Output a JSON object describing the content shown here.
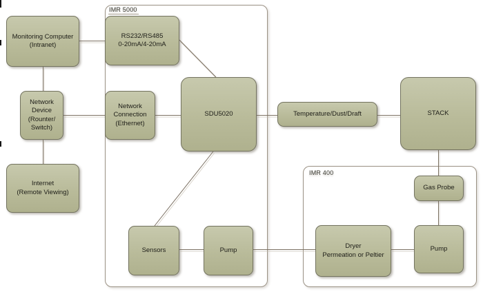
{
  "diagram": {
    "colors": {
      "background": "#ffffff",
      "box_fill_top": "#c7c9ad",
      "box_fill_bottom": "#afb18e",
      "box_border": "#73735f",
      "connector": "#7b7062",
      "container_border": "#9a9184",
      "text": "#20201a"
    },
    "containers": {
      "imr5000": {
        "label": "IMR 5000"
      },
      "imr400": {
        "label": "IMR 400"
      }
    },
    "nodes": {
      "monitoring_computer": {
        "label": "Monitoring Computer\n(Intranet)"
      },
      "network_device": {
        "label": "Network\nDevice\n(Rounter/\nSwitch)"
      },
      "internet": {
        "label": "Internet\n(Remote Viewing)"
      },
      "rs232": {
        "label": "RS232/RS485\n0-20mA/4-20mA"
      },
      "network_connection": {
        "label": "Network\nConnection\n(Ethernet)"
      },
      "sdu5020": {
        "label": "SDU5020"
      },
      "sensors": {
        "label": "Sensors"
      },
      "pump_imr5000": {
        "label": "Pump"
      },
      "temperature": {
        "label": "Temperature/Dust/Draft"
      },
      "stack": {
        "label": "STACK"
      },
      "gas_probe": {
        "label": "Gas Probe"
      },
      "dryer": {
        "label": "Dryer\nPermeation or Peltier"
      },
      "pump_imr400": {
        "label": "Pump"
      }
    },
    "edges": [
      {
        "from": "monitoring_computer",
        "to": "rs232"
      },
      {
        "from": "monitoring_computer",
        "to": "network_device"
      },
      {
        "from": "network_device",
        "to": "network_connection"
      },
      {
        "from": "network_device",
        "to": "internet"
      },
      {
        "from": "network_connection",
        "to": "sdu5020"
      },
      {
        "from": "rs232",
        "to": "sdu5020"
      },
      {
        "from": "sdu5020",
        "to": "temperature"
      },
      {
        "from": "temperature",
        "to": "stack"
      },
      {
        "from": "sdu5020",
        "to": "sensors"
      },
      {
        "from": "sensors",
        "to": "pump_imr5000"
      },
      {
        "from": "pump_imr5000",
        "to": "dryer"
      },
      {
        "from": "dryer",
        "to": "pump_imr400"
      },
      {
        "from": "stack",
        "to": "gas_probe"
      },
      {
        "from": "gas_probe",
        "to": "pump_imr400"
      }
    ]
  }
}
